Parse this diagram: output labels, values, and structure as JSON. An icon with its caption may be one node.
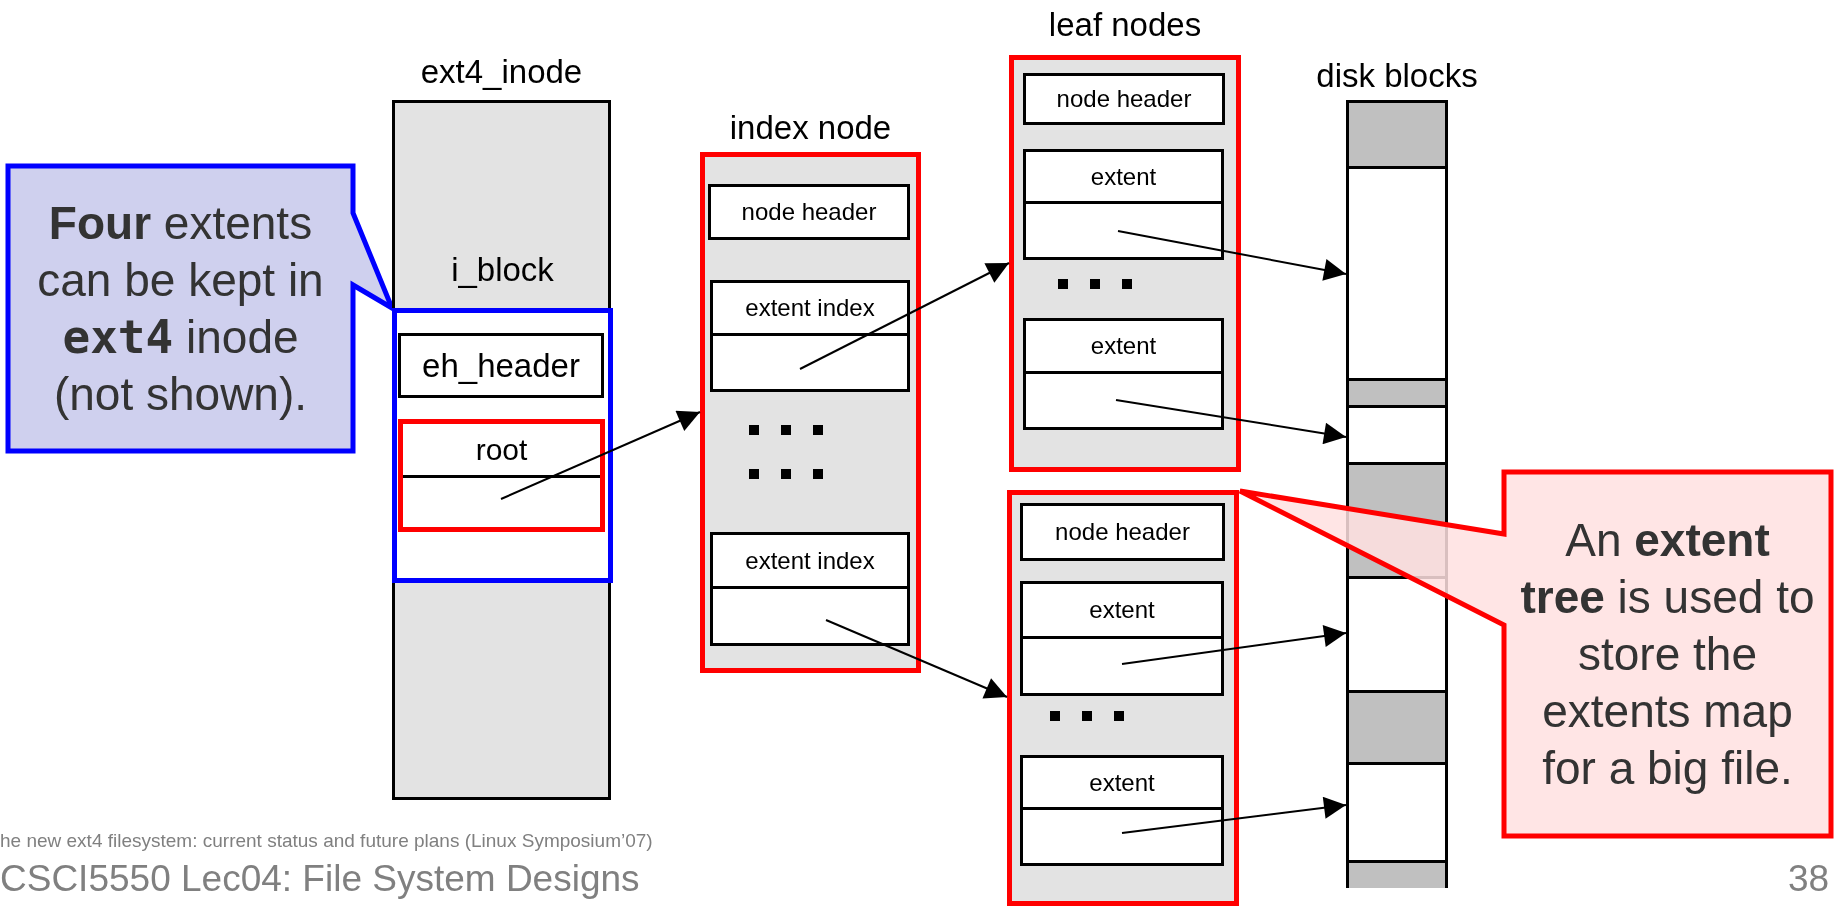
{
  "diagram": {
    "nodes": [
      {
        "text": [
          "**Four** extents can be kept in **ext4** inode (not shown)."
        ]
      },
      {
        "text": [
          "ext4_inode"
        ]
      },
      {
        "text": [
          "i_block"
        ],
        "in": 1
      },
      {
        "text": [
          "eh_header"
        ],
        "in": 2
      },
      {
        "text": [
          "root"
        ],
        "in": 2
      },
      {
        "text": [
          "index node"
        ]
      },
      {
        "text": [
          "node header"
        ],
        "in": 5
      },
      {
        "text": [
          "extent index"
        ],
        "in": 5
      },
      {
        "text": [
          "extent index"
        ],
        "in": 5
      },
      {
        "text": [
          "leaf nodes"
        ]
      },
      {
        "text": [
          "node header"
        ],
        "in": 9
      },
      {
        "text": [
          "extent"
        ],
        "in": 9
      },
      {
        "text": [
          "extent"
        ],
        "in": 9
      },
      {
        "text": [],
        "shape": "box"
      },
      {
        "text": [
          "node header"
        ],
        "in": 13
      },
      {
        "text": [
          "extent"
        ],
        "in": 13
      },
      {
        "text": [
          "extent"
        ],
        "in": 13
      },
      {
        "text": [
          "disk blocks"
        ]
      },
      {
        "text": [],
        "shape": "box",
        "in": 17
      },
      {
        "text": [],
        "shape": "box",
        "in": 17
      },
      {
        "text": [],
        "shape": "box",
        "in": 17
      },
      {
        "text": [],
        "shape": "box",
        "in": 17
      },
      {
        "text": [],
        "shape": "box",
        "in": 17
      },
      {
        "text": [],
        "shape": "box",
        "in": 17
      },
      {
        "text": [],
        "shape": "box",
        "in": 17
      },
      {
        "text": [],
        "shape": "box",
        "in": 17
      },
      {
        "text": [],
        "shape": "box",
        "in": 17
      },
      {
        "text": [
          "An **extent tree** is used to store the extents map for a big file."
        ]
      }
    ],
    "edges": [
      {
        "from": 4,
        "to": 5,
        "arrow": "to"
      },
      {
        "from": 7,
        "to": 9,
        "arrow": "to"
      },
      {
        "from": 8,
        "to": 13,
        "arrow": "to"
      },
      {
        "from": 11,
        "to": 19,
        "arrow": "to"
      },
      {
        "from": 12,
        "to": 21,
        "arrow": "to"
      },
      {
        "from": 15,
        "to": 23,
        "arrow": "to"
      },
      {
        "from": 16,
        "to": 25,
        "arrow": "to"
      }
    ],
    "labels": [
      "he new ext4 filesystem: current status and future plans (Linux Symposium’07)",
      "CSCI5550 Lec04: File System Designs",
      "38"
    ]
  }
}
